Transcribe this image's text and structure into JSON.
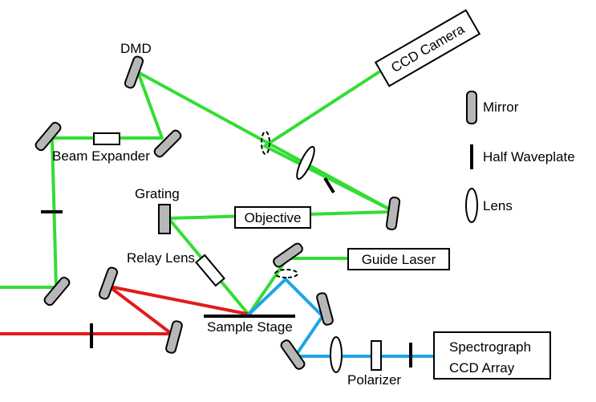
{
  "colors": {
    "green_beam": "#33dd33",
    "red_beam": "#e31b1b",
    "blue_beam": "#1ba7e6",
    "mirror_fill": "#b7b7b7"
  },
  "labels": {
    "dmd": "DMD",
    "ccd_camera": "CCD Camera",
    "beam_expander": "Beam Expander",
    "grating": "Grating",
    "objective": "Objective",
    "relay_lens": "Relay Lens",
    "guide_laser": "Guide Laser",
    "sample_stage": "Sample Stage",
    "polarizer": "Polarizer",
    "spectrograph_line1": "Spectrograph",
    "spectrograph_line2": "CCD Array"
  },
  "legend": {
    "mirror": "Mirror",
    "half_waveplate": "Half Waveplate",
    "lens": "Lens"
  }
}
